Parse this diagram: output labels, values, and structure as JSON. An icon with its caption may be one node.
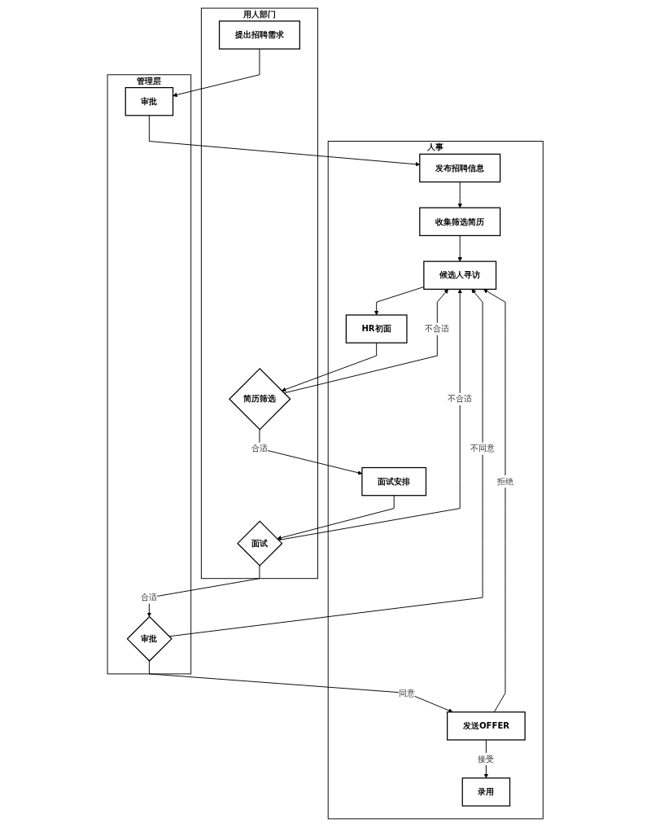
{
  "diagram": {
    "nodes": [
      {
        "text": [
          "用人部门"
        ]
      },
      {
        "text": [
          "人事"
        ]
      },
      {
        "text": [
          "管理层"
        ]
      },
      {
        "text": [
          "提出招聘需求"
        ],
        "in": 0
      },
      {
        "text": [
          "审批"
        ],
        "in": 2
      },
      {
        "text": [
          "发布招聘信息"
        ],
        "in": 1
      },
      {
        "text": [
          "收集筛选简历"
        ],
        "in": 1
      },
      {
        "text": [
          "候选人寻访"
        ],
        "in": 1
      },
      {
        "text": [
          "HR初面"
        ],
        "in": 1
      },
      {
        "text": [
          "简历筛选"
        ],
        "in": 0
      },
      {
        "text": [
          "面试安排"
        ],
        "in": 1
      },
      {
        "text": [
          "面试"
        ],
        "in": 0
      },
      {
        "text": [
          "审批"
        ],
        "in": 2
      },
      {
        "text": [
          "发送OFFER"
        ],
        "in": 1
      },
      {
        "text": [
          "录用"
        ],
        "in": 1
      }
    ],
    "edges": [
      {
        "from": 3,
        "to": 4,
        "arrow": "to"
      },
      {
        "from": 4,
        "to": 5,
        "arrow": "to"
      },
      {
        "from": 5,
        "to": 6,
        "arrow": "to"
      },
      {
        "from": 6,
        "to": 7,
        "arrow": "to"
      },
      {
        "from": 7,
        "to": 8,
        "arrow": "to"
      },
      {
        "from": 8,
        "to": 9,
        "arrow": "to"
      },
      {
        "from": 9,
        "to": 7,
        "arrow": "to",
        "label": "不合适"
      },
      {
        "from": 9,
        "to": 10,
        "arrow": "to",
        "label": "合适"
      },
      {
        "from": 10,
        "to": 11,
        "arrow": "to"
      },
      {
        "from": 11,
        "to": 7,
        "arrow": "to",
        "label": "不合适"
      },
      {
        "from": 11,
        "to": 12,
        "arrow": "to",
        "label": "合适"
      },
      {
        "from": 12,
        "to": 7,
        "arrow": "to",
        "label": "不同意"
      },
      {
        "from": 12,
        "to": 13,
        "arrow": "to",
        "label": "同意"
      },
      {
        "from": 13,
        "to": 7,
        "arrow": "to",
        "label": "拒绝"
      },
      {
        "from": 13,
        "to": 14,
        "arrow": "to",
        "label": "接受"
      }
    ]
  }
}
